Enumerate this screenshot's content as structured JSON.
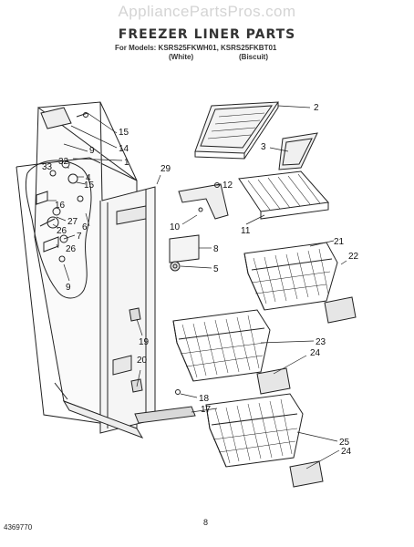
{
  "header": {
    "site": "AppliancePartsPros.com",
    "title": "FREEZER LINER PARTS",
    "models": "For Models: KSRS25FKWH01, KSRS25FKBT01",
    "variant_white": "(White)",
    "variant_biscuit": "(Biscuit)"
  },
  "callouts": [
    "2",
    "3",
    "15",
    "14",
    "9",
    "1",
    "33",
    "32",
    "4",
    "15",
    "16",
    "6",
    "27",
    "26",
    "7",
    "26",
    "9",
    "12",
    "29",
    "10",
    "11",
    "8",
    "5",
    "21",
    "22",
    "19",
    "20",
    "23",
    "24",
    "18",
    "17",
    "25",
    "24"
  ],
  "footer": {
    "doc_code": "4369770",
    "page": "8"
  }
}
